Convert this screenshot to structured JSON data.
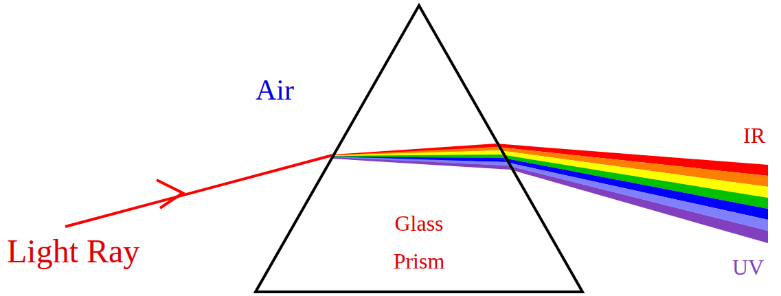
{
  "diagram": {
    "nodes": [
      {
        "text": [
          "Glass Prism"
        ]
      }
    ],
    "labels": [
      "Air",
      "Light Ray",
      "IR",
      "UV"
    ]
  }
}
